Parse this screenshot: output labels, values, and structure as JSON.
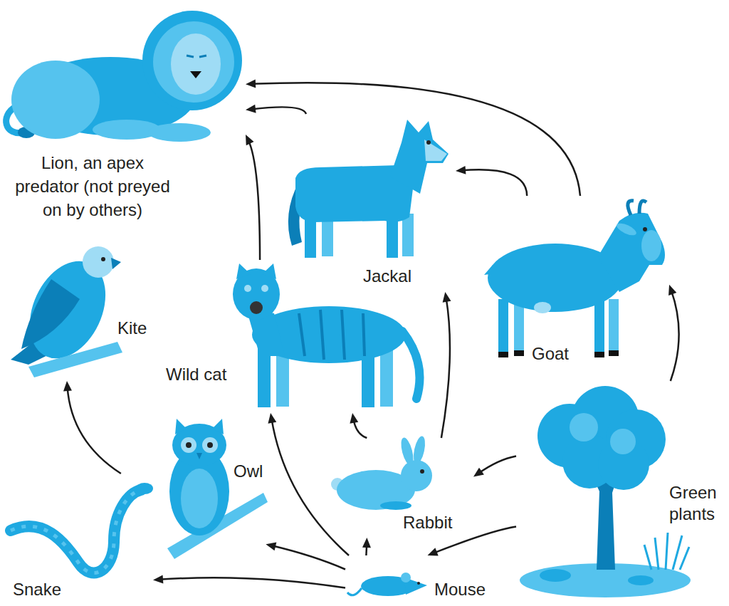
{
  "diagram": {
    "nodes": [
      {
        "text": [
          "Lion, an apex predator (not preyed on by others)"
        ]
      },
      {
        "text": [
          "Jackal"
        ]
      },
      {
        "text": [
          "Kite"
        ]
      },
      {
        "text": [
          "Wild cat"
        ]
      },
      {
        "text": [
          "Goat"
        ]
      },
      {
        "text": [
          "Owl"
        ]
      },
      {
        "text": [
          "Rabbit"
        ]
      },
      {
        "text": [
          "Green plants"
        ]
      },
      {
        "text": [
          "Snake"
        ]
      },
      {
        "text": [
          "Mouse"
        ]
      }
    ],
    "edges": [
      {
        "from": 4,
        "to": 0,
        "arrow": "to"
      },
      {
        "from": 4,
        "to": 1,
        "arrow": "to"
      },
      {
        "from": 1,
        "to": 0,
        "arrow": "to"
      },
      {
        "from": 3,
        "to": 0,
        "arrow": "to"
      },
      {
        "from": 6,
        "to": 1,
        "arrow": "to"
      },
      {
        "from": 6,
        "to": 3,
        "arrow": "to"
      },
      {
        "from": 9,
        "to": 3,
        "arrow": "to"
      },
      {
        "from": 9,
        "to": 6,
        "arrow": "to"
      },
      {
        "from": 9,
        "to": 5,
        "arrow": "to"
      },
      {
        "from": 9,
        "to": 8,
        "arrow": "to"
      },
      {
        "from": 8,
        "to": 2,
        "arrow": "to"
      },
      {
        "from": 7,
        "to": 4,
        "arrow": "to"
      },
      {
        "from": 7,
        "to": 6,
        "arrow": "to"
      },
      {
        "from": 7,
        "to": 9,
        "arrow": "to"
      }
    ]
  }
}
